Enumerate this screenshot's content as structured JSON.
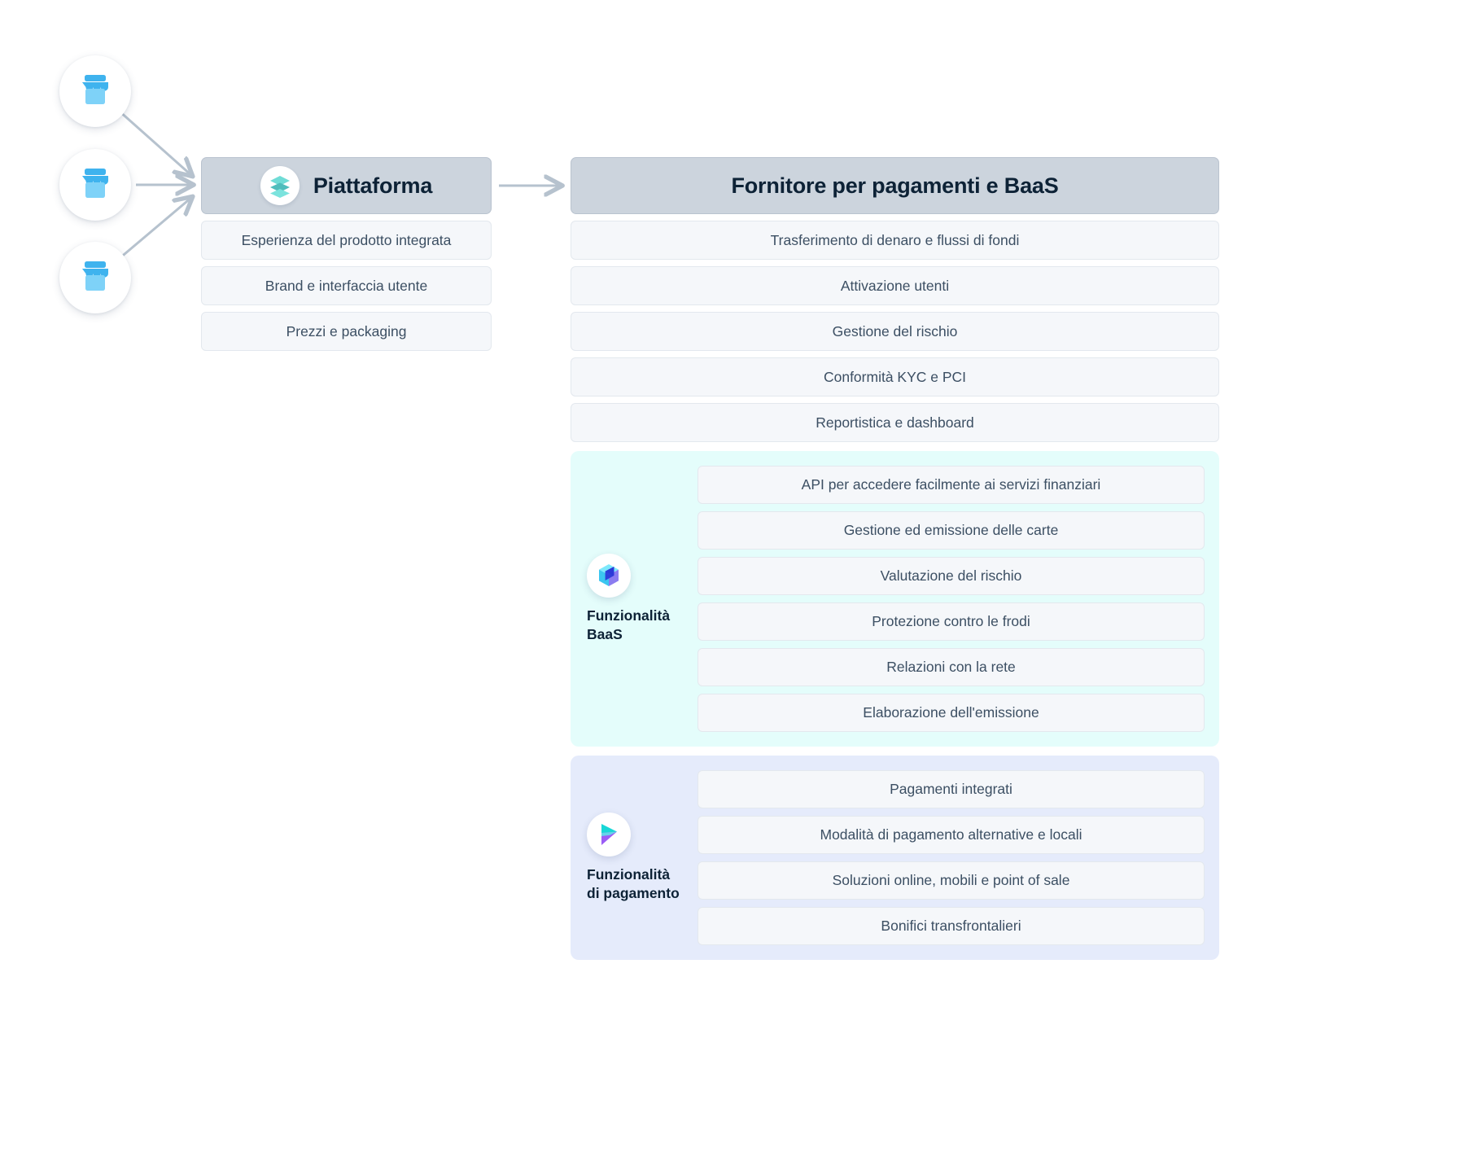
{
  "diagram": {
    "merchants": [
      {
        "icon": "storefront-icon",
        "name": "merchant-1"
      },
      {
        "icon": "storefront-icon",
        "name": "merchant-2"
      },
      {
        "icon": "storefront-icon",
        "name": "merchant-3"
      }
    ],
    "platform": {
      "icon": "layers-icon",
      "title": "Piattaforma",
      "items": [
        "Esperienza del prodotto integrata",
        "Brand e interfaccia utente",
        "Prezzi e packaging"
      ]
    },
    "provider": {
      "title": "Fornitore per pagamenti e BaaS",
      "items": [
        "Trasferimento di denaro e flussi di fondi",
        "Attivazione utenti",
        "Gestione del rischio",
        "Conformità KYC e PCI",
        "Reportistica e dashboard"
      ],
      "groups": [
        {
          "icon": "cube-icon",
          "label_line1": "Funzionalità",
          "label_line2": "BaaS",
          "background": "#e4fdfb",
          "items": [
            "API per accedere facilmente ai servizi finanziari",
            "Gestione ed emissione delle carte",
            "Valutazione del rischio",
            "Protezione contro le frodi",
            "Relazioni con la rete",
            "Elaborazione dell'emissione"
          ]
        },
        {
          "icon": "play-triangles-icon",
          "label_line1": "Funzionalità",
          "label_line2": "di pagamento",
          "background": "#e5ebfb",
          "items": [
            "Pagamenti integrati",
            "Modalità di pagamento alternative e locali",
            "Soluzioni online, mobili e point of sale",
            "Bonifici transfrontalieri"
          ]
        }
      ]
    },
    "colors": {
      "header_background": "#ccd4dd",
      "item_background": "#f5f7fa",
      "text_dark": "#0d2236",
      "text_body": "#3c4f63",
      "arrow": "#b6c2ce",
      "merchant_icon": "#5cc6f5",
      "baas_group_background": "#e4fdfb",
      "payment_group_background": "#e5ebfb"
    }
  }
}
